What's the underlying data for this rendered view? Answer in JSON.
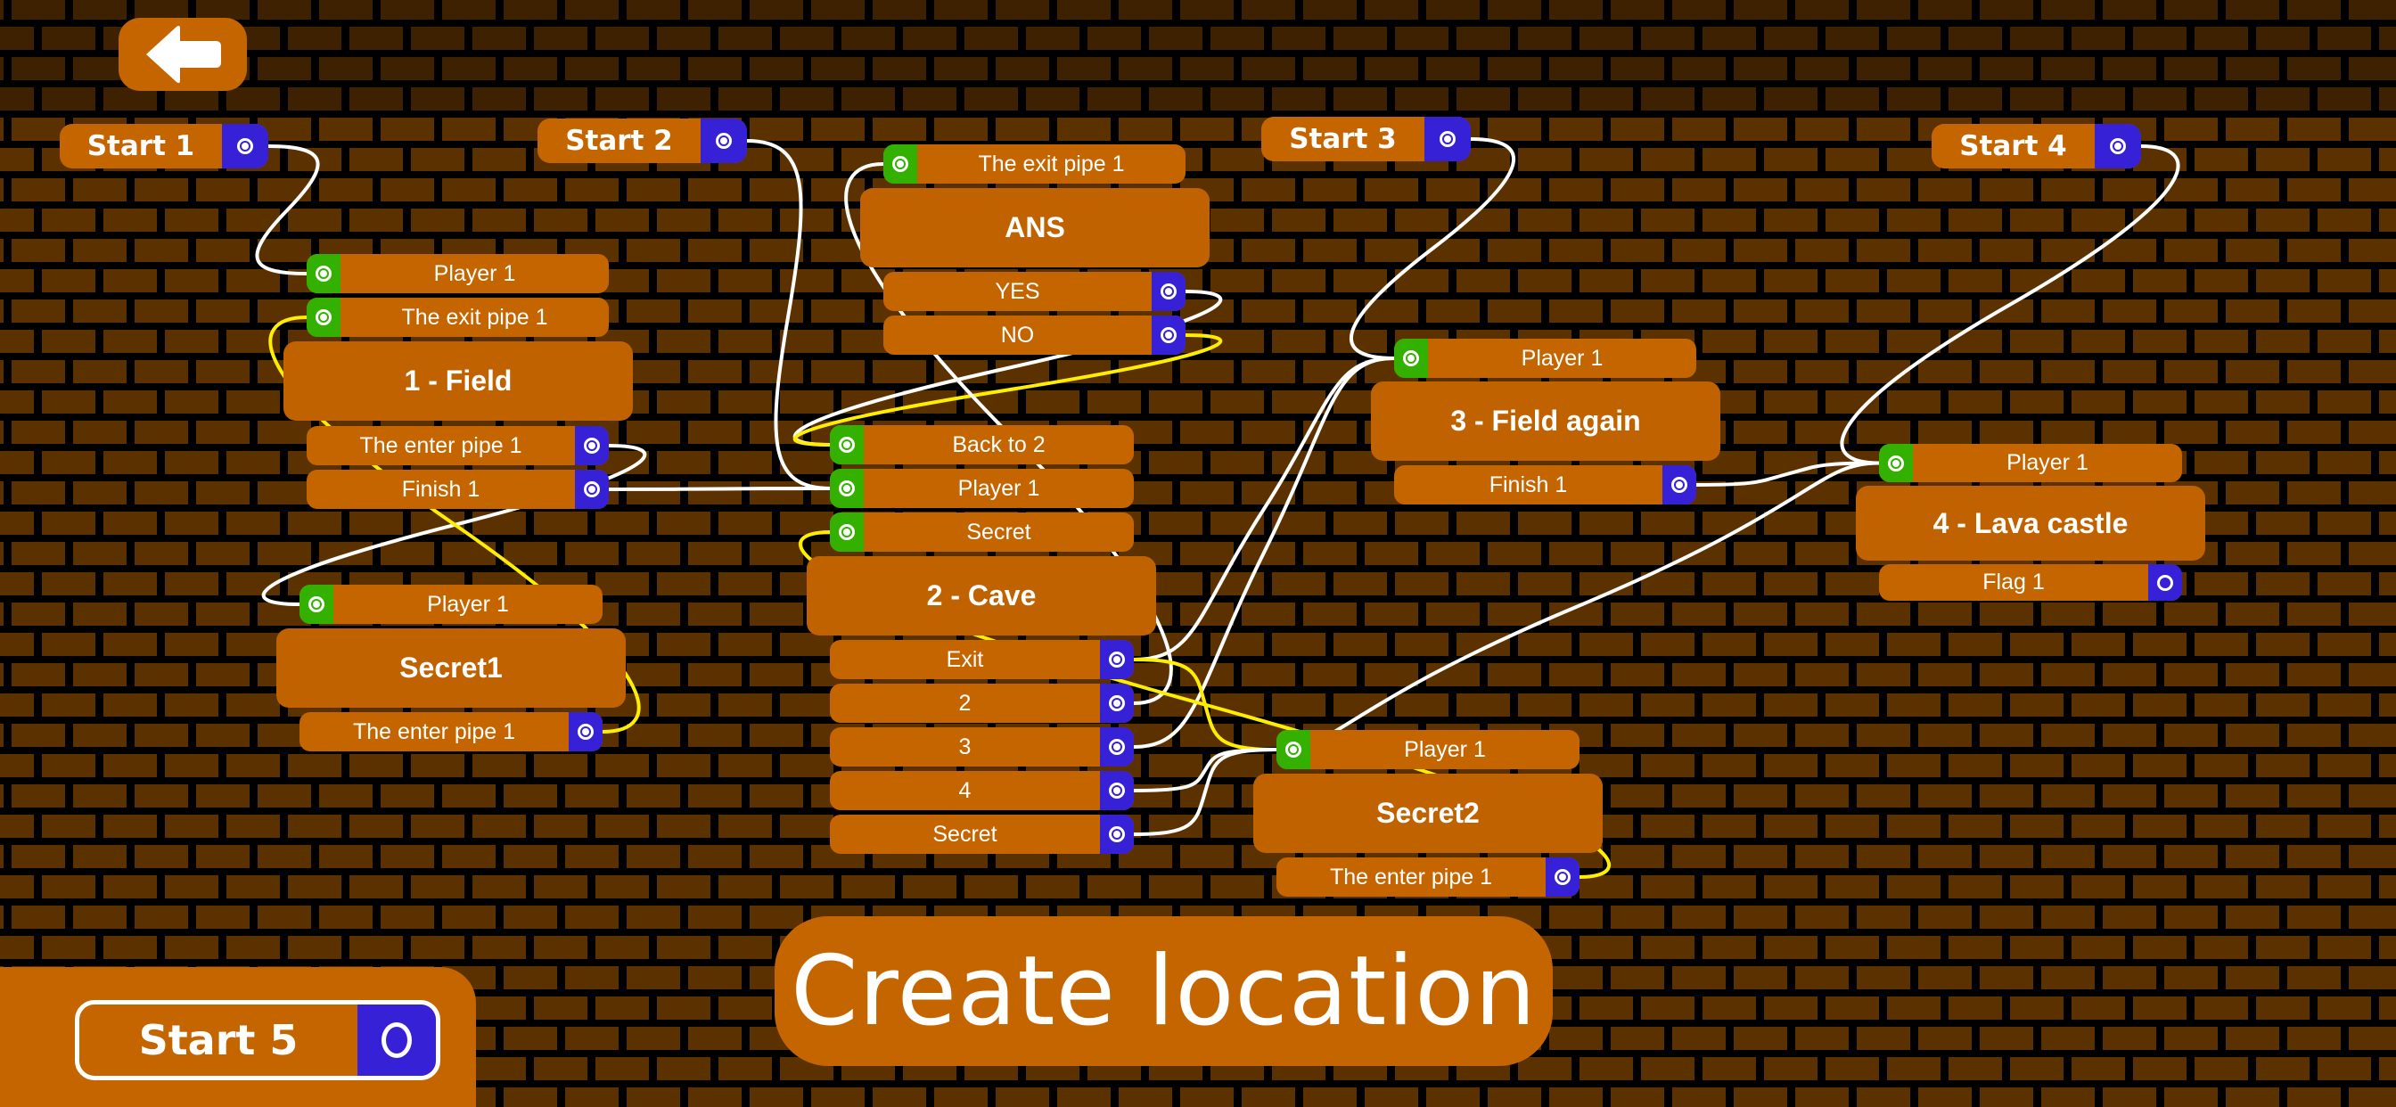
{
  "toolbar": {
    "back_icon": "arrow-left-icon",
    "create_button_label": "Create location"
  },
  "colors": {
    "node_orange": "#c56500",
    "input_port_green": "#33b000",
    "output_port_blue": "#3621d6",
    "wire_white": "#ffffff",
    "wire_yellow": "#ffee00",
    "brick": "#5c3100",
    "brick_dark": "#3d2100"
  },
  "starts": [
    {
      "id": "start1",
      "label": "Start 1",
      "connected": true
    },
    {
      "id": "start2",
      "label": "Start 2",
      "connected": true
    },
    {
      "id": "start3",
      "label": "Start 3",
      "connected": true
    },
    {
      "id": "start4",
      "label": "Start 4",
      "connected": true
    }
  ],
  "start5": {
    "id": "start5",
    "label": "Start 5",
    "connected": false
  },
  "locations": [
    {
      "id": "field",
      "title": "1 - Field",
      "inputs": [
        {
          "id": "field.player1",
          "label": "Player 1"
        },
        {
          "id": "field.exitpipe1",
          "label": "The exit pipe 1"
        }
      ],
      "outputs": [
        {
          "id": "field.enterpipe1",
          "label": "The enter pipe 1",
          "connected": true
        },
        {
          "id": "field.finish1",
          "label": "Finish 1",
          "connected": true
        }
      ]
    },
    {
      "id": "ans",
      "title": "ANS",
      "inputs": [
        {
          "id": "ans.exitpipe1",
          "label": "The exit pipe 1"
        }
      ],
      "outputs": [
        {
          "id": "ans.yes",
          "label": "YES",
          "connected": true
        },
        {
          "id": "ans.no",
          "label": "NO",
          "connected": true
        }
      ]
    },
    {
      "id": "cave",
      "title": "2 - Cave",
      "inputs": [
        {
          "id": "cave.back2",
          "label": "Back to 2"
        },
        {
          "id": "cave.player1",
          "label": "Player 1"
        },
        {
          "id": "cave.secret",
          "label": "Secret"
        }
      ],
      "outputs": [
        {
          "id": "cave.exit",
          "label": "Exit",
          "connected": true
        },
        {
          "id": "cave.o2",
          "label": "2",
          "connected": true
        },
        {
          "id": "cave.o3",
          "label": "3",
          "connected": true
        },
        {
          "id": "cave.o4",
          "label": "4",
          "connected": true
        },
        {
          "id": "cave.osecret",
          "label": "Secret",
          "connected": true
        }
      ]
    },
    {
      "id": "secret1",
      "title": "Secret1",
      "inputs": [
        {
          "id": "secret1.player1",
          "label": "Player 1"
        }
      ],
      "outputs": [
        {
          "id": "secret1.enterpipe1",
          "label": "The enter pipe 1",
          "connected": true
        }
      ]
    },
    {
      "id": "fieldagain",
      "title": "3 - Field again",
      "inputs": [
        {
          "id": "fieldagain.player1",
          "label": "Player 1"
        }
      ],
      "outputs": [
        {
          "id": "fieldagain.finish1",
          "label": "Finish 1",
          "connected": true
        }
      ]
    },
    {
      "id": "secret2",
      "title": "Secret2",
      "inputs": [
        {
          "id": "secret2.player1",
          "label": "Player 1"
        }
      ],
      "outputs": [
        {
          "id": "secret2.enterpipe1",
          "label": "The enter pipe 1",
          "connected": true
        }
      ]
    },
    {
      "id": "lava",
      "title": "4 - Lava castle",
      "inputs": [
        {
          "id": "lava.player1",
          "label": "Player 1"
        }
      ],
      "outputs": [
        {
          "id": "lava.flag1",
          "label": "Flag 1",
          "connected": false
        }
      ]
    }
  ],
  "connections": [
    {
      "from": "start1",
      "to": "field.player1",
      "color": "white"
    },
    {
      "from": "start2",
      "to": "cave.player1",
      "color": "white"
    },
    {
      "from": "start3",
      "to": "fieldagain.player1",
      "color": "white"
    },
    {
      "from": "start4",
      "to": "lava.player1",
      "color": "white"
    },
    {
      "from": "field.enterpipe1",
      "to": "secret1.player1",
      "color": "white"
    },
    {
      "from": "field.finish1",
      "to": "cave.player1",
      "color": "white"
    },
    {
      "from": "secret1.enterpipe1",
      "to": "field.exitpipe1",
      "color": "yellow"
    },
    {
      "from": "ans.yes",
      "to": "cave.back2",
      "color": "white"
    },
    {
      "from": "ans.no",
      "to": "cave.back2",
      "color": "yellow"
    },
    {
      "from": "cave.o2",
      "to": "ans.exitpipe1",
      "color": "white"
    },
    {
      "from": "cave.exit",
      "to": "fieldagain.player1",
      "color": "white"
    },
    {
      "from": "cave.o3",
      "to": "fieldagain.player1",
      "color": "white"
    },
    {
      "from": "cave.exit",
      "to": "secret2.player1",
      "color": "yellow"
    },
    {
      "from": "cave.o4",
      "to": "secret2.player1",
      "color": "white"
    },
    {
      "from": "cave.osecret",
      "to": "secret2.player1",
      "color": "white"
    },
    {
      "from": "secret2.enterpipe1",
      "to": "cave.secret",
      "color": "yellow"
    },
    {
      "from": "fieldagain.finish1",
      "to": "lava.player1",
      "color": "white"
    },
    {
      "from": "secret2.player1",
      "to": "lava.player1",
      "color": "white"
    }
  ]
}
